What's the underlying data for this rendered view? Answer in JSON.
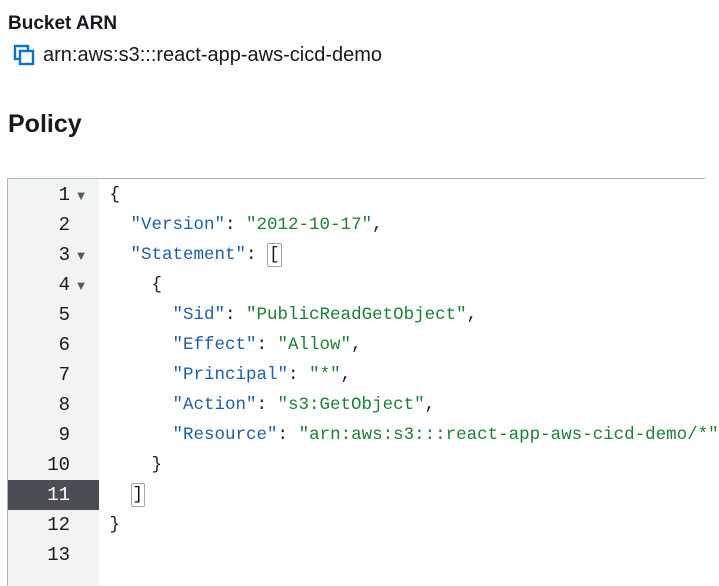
{
  "bucket_arn": {
    "label": "Bucket ARN",
    "value": "arn:aws:s3:::react-app-aws-cicd-demo",
    "copy_icon": "copy-icon"
  },
  "policy": {
    "title": "Policy",
    "active_line": 11,
    "lines": [
      {
        "num": "1",
        "indent": "",
        "fold": true,
        "parts": [
          {
            "t": "{",
            "c": "punc"
          }
        ]
      },
      {
        "num": "2",
        "indent": "  ",
        "fold": false,
        "parts": [
          {
            "t": "\"Version\"",
            "c": "key"
          },
          {
            "t": ": ",
            "c": "punc"
          },
          {
            "t": "\"2012-10-17\"",
            "c": "str"
          },
          {
            "t": ",",
            "c": "punc"
          }
        ]
      },
      {
        "num": "3",
        "indent": "  ",
        "fold": true,
        "parts": [
          {
            "t": "\"Statement\"",
            "c": "key"
          },
          {
            "t": ": ",
            "c": "punc"
          },
          {
            "t": "[",
            "c": "punc",
            "box": true
          }
        ]
      },
      {
        "num": "4",
        "indent": "    ",
        "fold": true,
        "parts": [
          {
            "t": "{",
            "c": "punc"
          }
        ]
      },
      {
        "num": "5",
        "indent": "      ",
        "fold": false,
        "parts": [
          {
            "t": "\"Sid\"",
            "c": "key"
          },
          {
            "t": ": ",
            "c": "punc"
          },
          {
            "t": "\"PublicReadGetObject\"",
            "c": "str"
          },
          {
            "t": ",",
            "c": "punc"
          }
        ]
      },
      {
        "num": "6",
        "indent": "      ",
        "fold": false,
        "parts": [
          {
            "t": "\"Effect\"",
            "c": "key"
          },
          {
            "t": ": ",
            "c": "punc"
          },
          {
            "t": "\"Allow\"",
            "c": "str"
          },
          {
            "t": ",",
            "c": "punc"
          }
        ]
      },
      {
        "num": "7",
        "indent": "      ",
        "fold": false,
        "parts": [
          {
            "t": "\"Principal\"",
            "c": "key"
          },
          {
            "t": ": ",
            "c": "punc"
          },
          {
            "t": "\"*\"",
            "c": "str"
          },
          {
            "t": ",",
            "c": "punc"
          }
        ]
      },
      {
        "num": "8",
        "indent": "      ",
        "fold": false,
        "parts": [
          {
            "t": "\"Action\"",
            "c": "key"
          },
          {
            "t": ": ",
            "c": "punc"
          },
          {
            "t": "\"s3:GetObject\"",
            "c": "str"
          },
          {
            "t": ",",
            "c": "punc"
          }
        ]
      },
      {
        "num": "9",
        "indent": "      ",
        "fold": false,
        "parts": [
          {
            "t": "\"Resource\"",
            "c": "key"
          },
          {
            "t": ": ",
            "c": "punc"
          },
          {
            "t": "\"arn:aws:s3:::react-app-aws-cicd-demo/*\"",
            "c": "str"
          }
        ]
      },
      {
        "num": "10",
        "indent": "    ",
        "fold": false,
        "parts": [
          {
            "t": "}",
            "c": "punc"
          }
        ]
      },
      {
        "num": "11",
        "indent": "  ",
        "fold": false,
        "parts": [
          {
            "t": "]",
            "c": "punc",
            "box": true
          }
        ]
      },
      {
        "num": "12",
        "indent": "",
        "fold": false,
        "parts": [
          {
            "t": "}",
            "c": "punc"
          }
        ]
      },
      {
        "num": "13",
        "indent": "",
        "fold": false,
        "parts": []
      }
    ]
  }
}
